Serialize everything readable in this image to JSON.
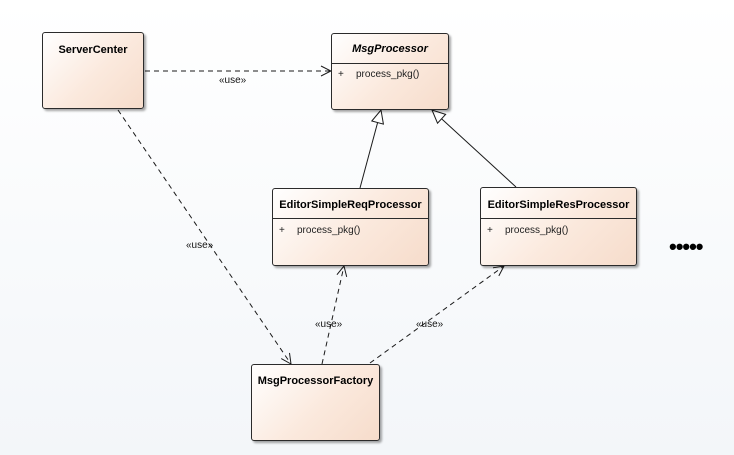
{
  "classes": {
    "server_center": {
      "name": "ServerCenter"
    },
    "msg_processor": {
      "name": "MsgProcessor",
      "ops": [
        {
          "vis": "+",
          "name": "process_pkg()"
        }
      ]
    },
    "editor_req": {
      "name": "EditorSimpleReqProcessor",
      "ops": [
        {
          "vis": "+",
          "name": "process_pkg()"
        }
      ]
    },
    "editor_res": {
      "name": "EditorSimpleResProcessor",
      "ops": [
        {
          "vis": "+",
          "name": "process_pkg()"
        }
      ]
    },
    "factory": {
      "name": "MsgProcessorFactory"
    }
  },
  "relations": {
    "use1": "«use»",
    "use2": "«use»",
    "use3": "«use»",
    "use4": "«use»"
  },
  "more_indicator": "•••••"
}
